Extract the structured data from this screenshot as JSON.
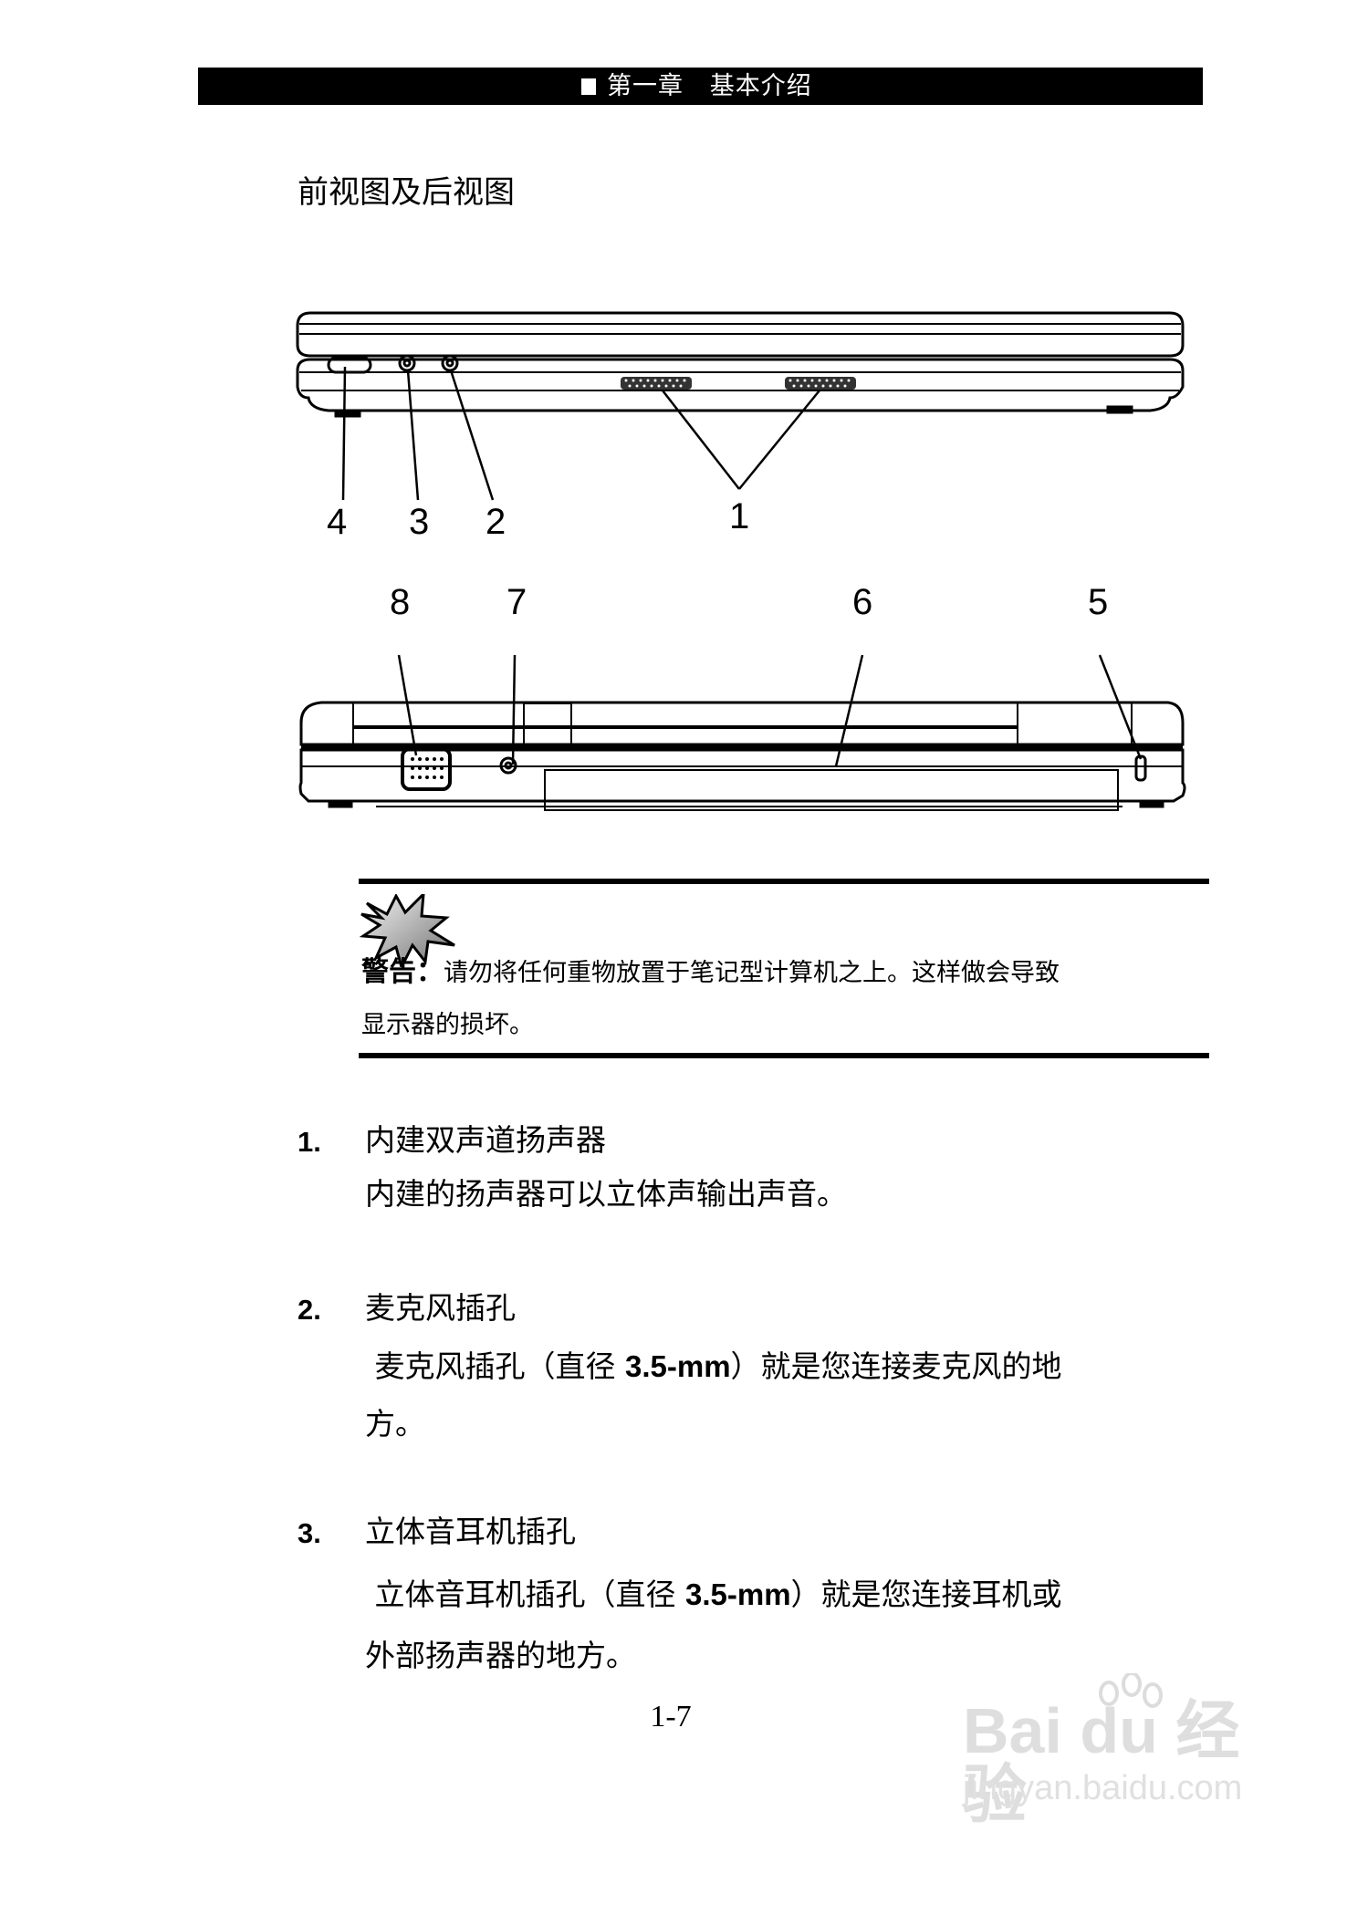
{
  "header": {
    "chapter": "第一章",
    "chapter_title": "基本介绍"
  },
  "section_title": "前视图及后视图",
  "figures": {
    "front_view": {
      "callouts": [
        "4",
        "3",
        "2",
        "1"
      ],
      "parts": [
        "power-switch",
        "headphone-jack",
        "microphone-jack",
        "speakers"
      ]
    },
    "rear_view": {
      "callouts": [
        "8",
        "7",
        "6",
        "5"
      ],
      "parts": [
        "vga-port",
        "dc-in-jack",
        "battery",
        "kensington-lock"
      ]
    }
  },
  "warning": {
    "label": "警告：",
    "line1": "请勿将任何重物放置于笔记型计算机之上。这样做会导致",
    "line2": "显示器的损坏。"
  },
  "items": [
    {
      "number": "1.",
      "heading": "内建双声道扬声器",
      "desc_line1_pre": "内建的扬声器可以立体声输出声音。",
      "desc_line1_spec": "",
      "desc_line1_post": "",
      "desc_line2": ""
    },
    {
      "number": "2.",
      "heading": "麦克风插孔",
      "desc_line1_pre": " 麦克风插孔（直径 ",
      "desc_line1_spec": "3.5-mm",
      "desc_line1_post": "）就是您连接麦克风的地",
      "desc_line2": "方。"
    },
    {
      "number": "3.",
      "heading": "立体音耳机插孔",
      "desc_line1_pre": " 立体音耳机插孔（直径 ",
      "desc_line1_spec": "3.5-mm",
      "desc_line1_post": "）就是您连接耳机或",
      "desc_line2": "外部扬声器的地方。"
    }
  ],
  "page_number": "1-7",
  "watermark": {
    "brand": "Bai du 经验",
    "url": "jingyan.baidu.com"
  }
}
